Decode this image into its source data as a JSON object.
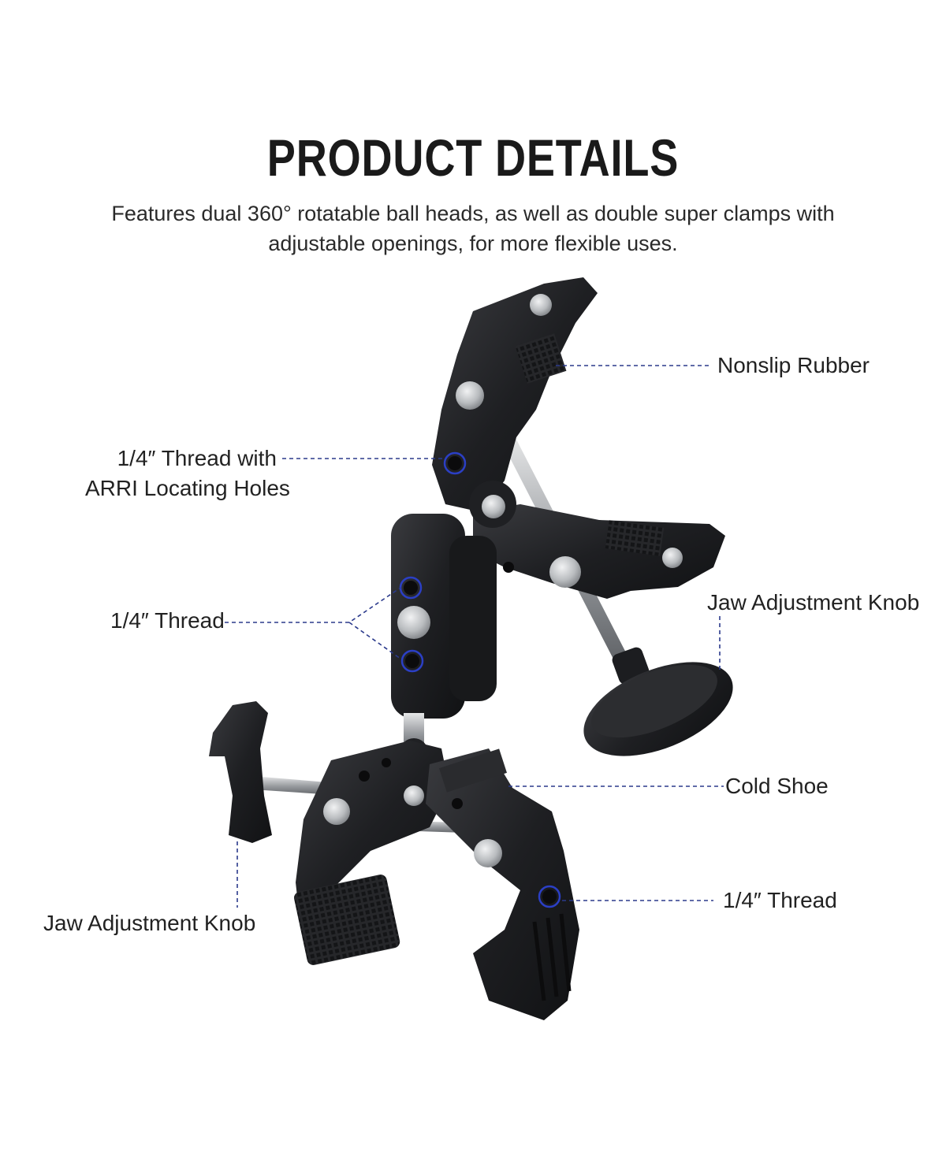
{
  "header": {
    "title": "PRODUCT DETAILS",
    "subtitle_line1": "Features dual 360° rotatable ball heads, as well as double super clamps with",
    "subtitle_line2": "adjustable openings, for more flexible uses."
  },
  "callouts": {
    "nonslip_rubber": "Nonslip Rubber",
    "thread_arri_line1": "1/4″ Thread with",
    "thread_arri_line2": "ARRI Locating Holes",
    "thread_middle": "1/4″ Thread",
    "jaw_knob_top": "Jaw Adjustment Knob",
    "cold_shoe": "Cold Shoe",
    "thread_bottom": "1/4″ Thread",
    "jaw_knob_bottom": "Jaw Adjustment Knob"
  },
  "colors": {
    "leader_line": "#2b3a8c",
    "highlight_ring": "#2b3fc4",
    "metal_dark": "#1b1c1e",
    "metal_mid": "#2d2e31",
    "screw_silver": "#c9cbce"
  }
}
